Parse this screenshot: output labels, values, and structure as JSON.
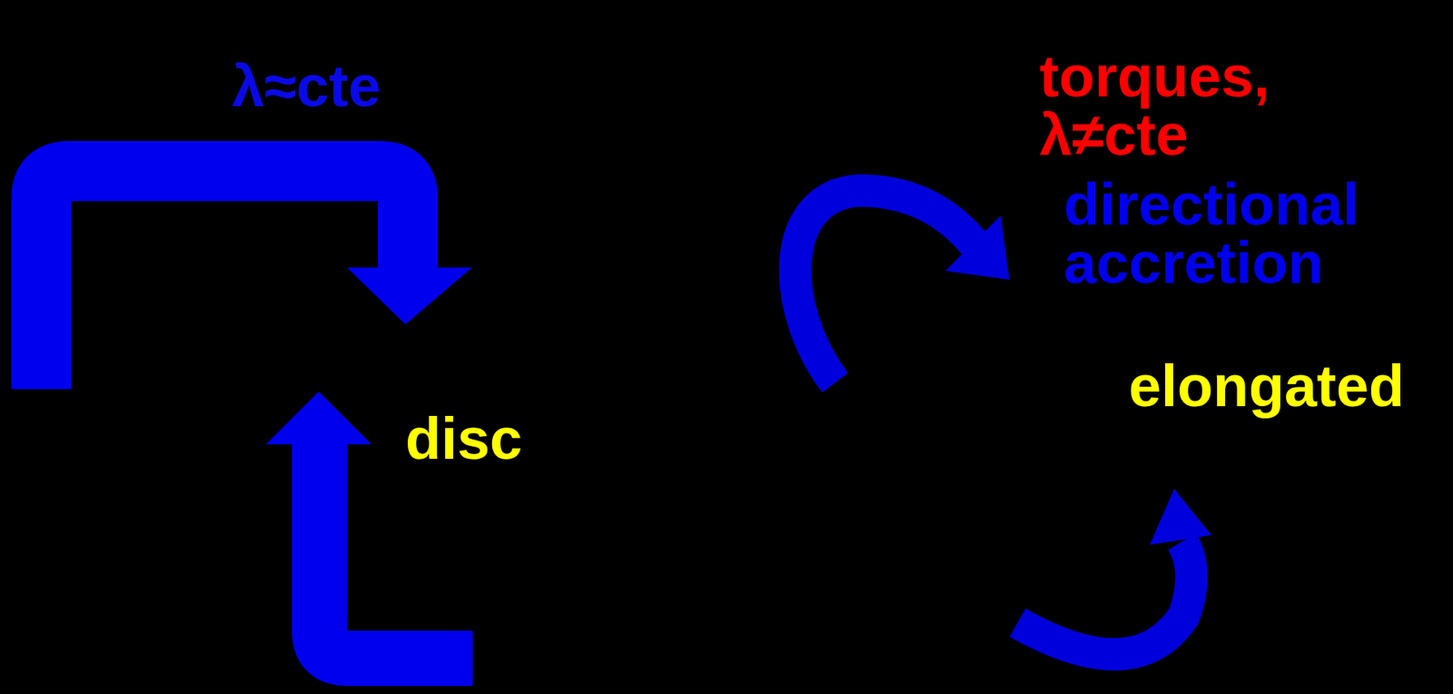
{
  "diagram": {
    "nodes": [
      {
        "text": [
          "λ≈cte"
        ]
      },
      {
        "text": [
          "disc"
        ],
        "in": 0
      },
      {
        "text": [
          "elongated"
        ]
      }
    ],
    "labels": [
      "torques, λ≠cte",
      "directional accretion"
    ]
  }
}
